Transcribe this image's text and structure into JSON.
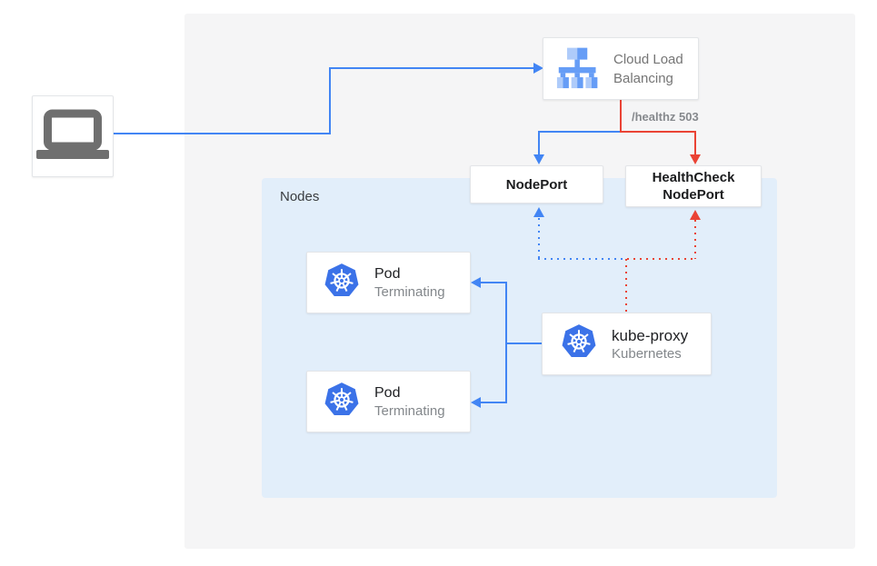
{
  "labels": {
    "nodes": "Nodes",
    "healthz": "/healthz 503"
  },
  "cards": {
    "cloud_lb": {
      "line1": "Cloud Load",
      "line2": "Balancing"
    },
    "nodeport": {
      "label": "NodePort"
    },
    "healthcheck_nodeport": {
      "line1": "HealthCheck",
      "line2": "NodePort"
    },
    "pods": [
      {
        "title": "Pod",
        "subtitle": "Terminating"
      },
      {
        "title": "Pod",
        "subtitle": "Terminating"
      }
    ],
    "kube_proxy": {
      "title": "kube-proxy",
      "subtitle": "Kubernetes"
    }
  },
  "icons": {
    "client": "laptop-icon",
    "load_balancer": "cloud-load-balancing-icon",
    "pod": "kubernetes-icon",
    "kube_proxy": "kubernetes-icon"
  },
  "colors": {
    "traffic_blue": "#4285f4",
    "health_red": "#ea4335",
    "nodes_background": "#e2eefa",
    "outer_background": "#f5f5f6",
    "primary_text": "#202124",
    "secondary_text": "#83878b"
  }
}
